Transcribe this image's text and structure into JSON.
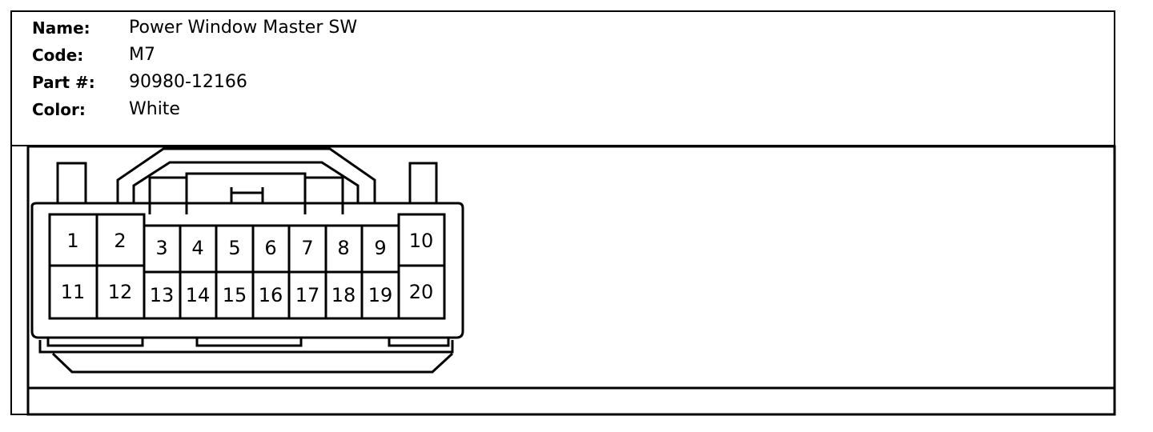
{
  "connector": {
    "fields": [
      {
        "label": "Name:",
        "value": "Power Window Master SW"
      },
      {
        "label": "Code:",
        "value": "M7"
      },
      {
        "label": "Part #:",
        "value": "90980-12166"
      },
      {
        "label": "Color:",
        "value": "White"
      }
    ],
    "pins": [
      "1",
      "2",
      "3",
      "4",
      "5",
      "6",
      "7",
      "8",
      "9",
      "10",
      "11",
      "12",
      "13",
      "14",
      "15",
      "16",
      "17",
      "18",
      "19",
      "20"
    ]
  }
}
